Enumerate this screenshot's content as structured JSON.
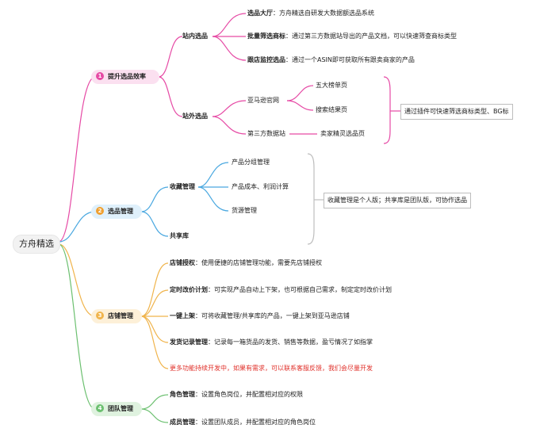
{
  "root": "方舟精选",
  "branches": [
    {
      "badge": "1",
      "label": "提升选品效率",
      "color": "#e64aa5",
      "bg": "#fbe0f0",
      "sub": [
        {
          "label": "站内选品",
          "items": [
            {
              "label": "选品大厅",
              "desc": "方舟精选自研发大数据额选品系统"
            },
            {
              "label": "批量筛选商标",
              "desc": "通过第三方数据站导出的产品文档，可以快速筛查商标类型"
            },
            {
              "label": "跟店监控选品",
              "desc": "通过一个ASIN即可获取所有跟卖商家的产品"
            }
          ]
        },
        {
          "label": "站外选品",
          "items": [
            {
              "label": "亚马逊官网",
              "children": [
                "五大榜单页",
                "搜索结果页"
              ]
            },
            {
              "label": "第三方数据站",
              "children": [
                "卖家精灵选品页"
              ]
            }
          ],
          "note": "通过插件可快速筛选商标类型、BG标"
        }
      ]
    },
    {
      "badge": "2",
      "label": "选品管理",
      "color": "#4aa8e0",
      "bg": "#dff0fb",
      "sub": [
        {
          "label": "收藏管理",
          "items": [
            "产品分组管理",
            "产品成本、利润计算",
            "货源管理"
          ]
        },
        {
          "label": "共享库"
        }
      ],
      "note": "收藏管理是个人版；共享库是团队版，可协作选品"
    },
    {
      "badge": "3",
      "label": "店铺管理",
      "color": "#f0b44c",
      "bg": "#fdf0d8",
      "items": [
        {
          "label": "店铺授权",
          "desc": "使用便捷的店铺管理功能，需要先店铺授权"
        },
        {
          "label": "定时改价计划",
          "desc": "可实现产品自动上下架，也可根据自己需求，制定定时改价计划"
        },
        {
          "label": "一键上架",
          "desc": "可将收藏管理/共享库的产品，一键上架到亚马逊店铺"
        },
        {
          "label": "发货记录管理",
          "desc": "记录每一箱货品的发货、销售等数据，盈亏情况了如指掌"
        },
        {
          "label": "",
          "desc": "更多功能持续开发中，如果有需求，可以联系客服反馈，我们会尽量开发"
        }
      ]
    },
    {
      "badge": "4",
      "label": "团队管理",
      "color": "#6cc070",
      "bg": "#dff2df",
      "items": [
        {
          "label": "角色管理",
          "desc": "设置角色岗位，并配置相对应的权限"
        },
        {
          "label": "成员管理",
          "desc": "设置团队成员，并配置相对应的角色岗位"
        }
      ]
    }
  ]
}
